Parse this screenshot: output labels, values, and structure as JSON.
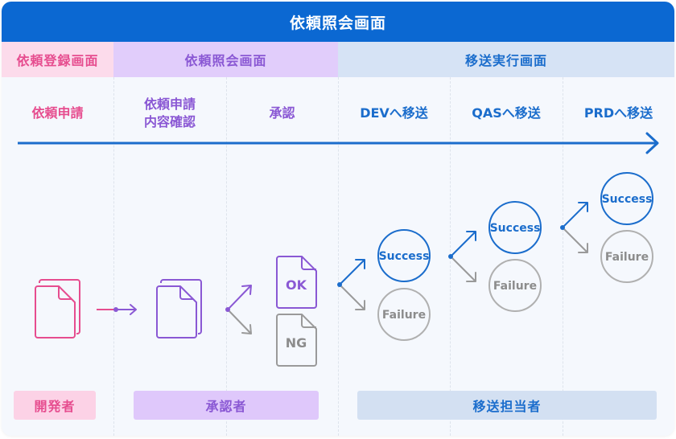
{
  "header": {
    "title": "依頼照会画面"
  },
  "screens": [
    {
      "label": "依頼登録画面",
      "color": "#e64d8f"
    },
    {
      "label": "依頼照会画面",
      "color": "#8a58d4"
    },
    {
      "label": "移送実行画面",
      "color": "#1b6dcc"
    }
  ],
  "steps": [
    {
      "lines": [
        "依頼申請"
      ]
    },
    {
      "lines": [
        "依頼申請",
        "内容確認"
      ]
    },
    {
      "lines": [
        "承認"
      ]
    },
    {
      "lines": [
        "DEVへ移送"
      ]
    },
    {
      "lines": [
        "QASへ移送"
      ]
    },
    {
      "lines": [
        "PRDへ移送"
      ]
    }
  ],
  "documents": {
    "ok_label": "OK",
    "ng_label": "NG"
  },
  "transports": [
    {
      "target": "DEV",
      "success": "Success",
      "failure": "Failure"
    },
    {
      "target": "QAS",
      "success": "Success",
      "failure": "Failure"
    },
    {
      "target": "PRD",
      "success": "Success",
      "failure": "Failure"
    }
  ],
  "roles": [
    {
      "label": "開発者"
    },
    {
      "label": "承認者"
    },
    {
      "label": "移送担当者"
    }
  ],
  "colors": {
    "header_blue": "#0b68d2",
    "pink": "#e64d8f",
    "purple": "#8a58d4",
    "blue": "#1b6dcc",
    "gray": "#9a9a9a"
  }
}
